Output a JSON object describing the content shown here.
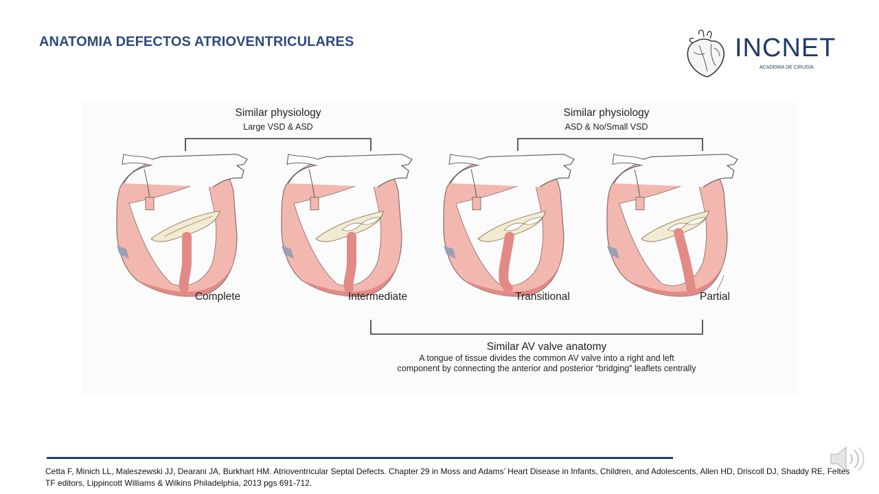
{
  "slide": {
    "title": "ANATOMIA DEFECTOS ATRIOVENTRICULARES"
  },
  "logo": {
    "wordmark": "INCNET",
    "subtitle": "ACADEMIA DE CIRUGÍA",
    "icon": "anatomical-heart-icon"
  },
  "figure": {
    "groups": [
      {
        "title": "Similar physiology",
        "subtitle": "Large VSD & ASD"
      },
      {
        "title": "Similar physiology",
        "subtitle": "ASD & No/Small VSD"
      }
    ],
    "types": [
      "Complete",
      "Intermediate",
      "Transitional",
      "Partial"
    ],
    "bottom_group": {
      "title": "Similar AV valve anatomy",
      "description_line1": "A tongue of tissue divides the common AV valve into a right and left",
      "description_line2": "component by connecting the anterior and posterior “bridging” leaflets centrally"
    },
    "colors": {
      "myocardium": "#f2b8b0",
      "myocardium_dark": "#e28a86",
      "valve": "#f3ead2",
      "outline": "#555555"
    }
  },
  "citation": "Cetta F, Minich LL, Maleszewski JJ, Dearani JA, Burkhart HM. Atrioventricular Septal Defects. Chapter 29 in Moss and Adams’ Heart Disease in Infants, Children, and Adolescents, Allen HD, Driscoll DJ, Shaddy RE, Feltes TF editors, Lippincott Williams & Wilkins Philadelphia, 2013 pgs 691-712.",
  "audio": {
    "icon": "speaker-icon"
  }
}
